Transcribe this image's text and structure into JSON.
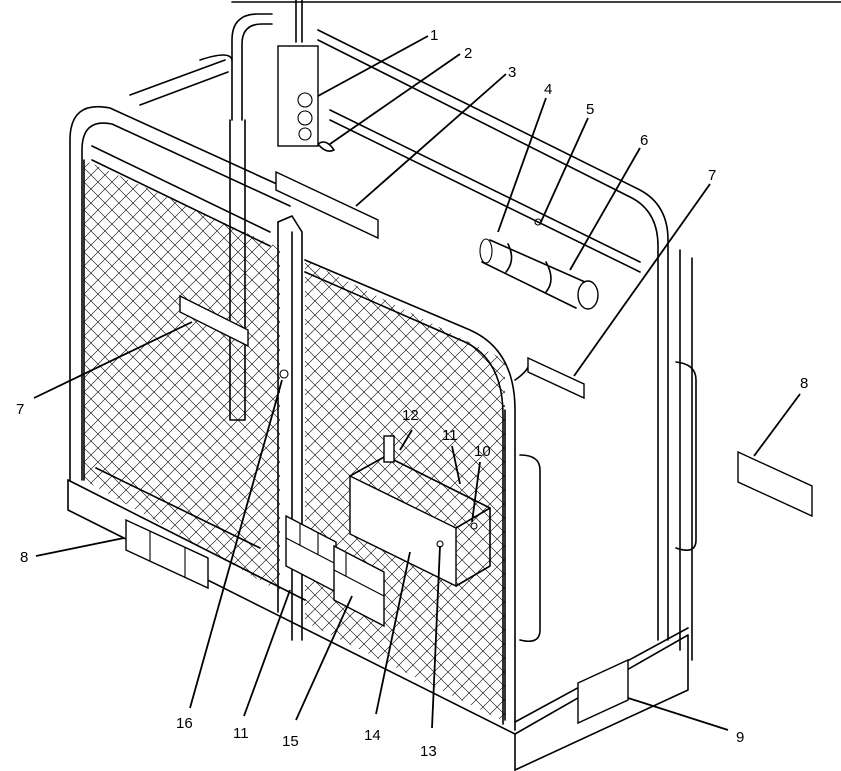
{
  "figure": {
    "callouts": [
      {
        "id": "c1",
        "label": "1"
      },
      {
        "id": "c2",
        "label": "2"
      },
      {
        "id": "c3",
        "label": "3"
      },
      {
        "id": "c4",
        "label": "4"
      },
      {
        "id": "c5",
        "label": "5"
      },
      {
        "id": "c6",
        "label": "6"
      },
      {
        "id": "c7a",
        "label": "7"
      },
      {
        "id": "c7b",
        "label": "7"
      },
      {
        "id": "c8a",
        "label": "8"
      },
      {
        "id": "c8b",
        "label": "8"
      },
      {
        "id": "c9",
        "label": "9"
      },
      {
        "id": "c10",
        "label": "10"
      },
      {
        "id": "c11a",
        "label": "11"
      },
      {
        "id": "c11b",
        "label": "11"
      },
      {
        "id": "c12",
        "label": "12"
      },
      {
        "id": "c13",
        "label": "13"
      },
      {
        "id": "c14",
        "label": "14"
      },
      {
        "id": "c15",
        "label": "15"
      },
      {
        "id": "c16",
        "label": "16"
      }
    ]
  }
}
